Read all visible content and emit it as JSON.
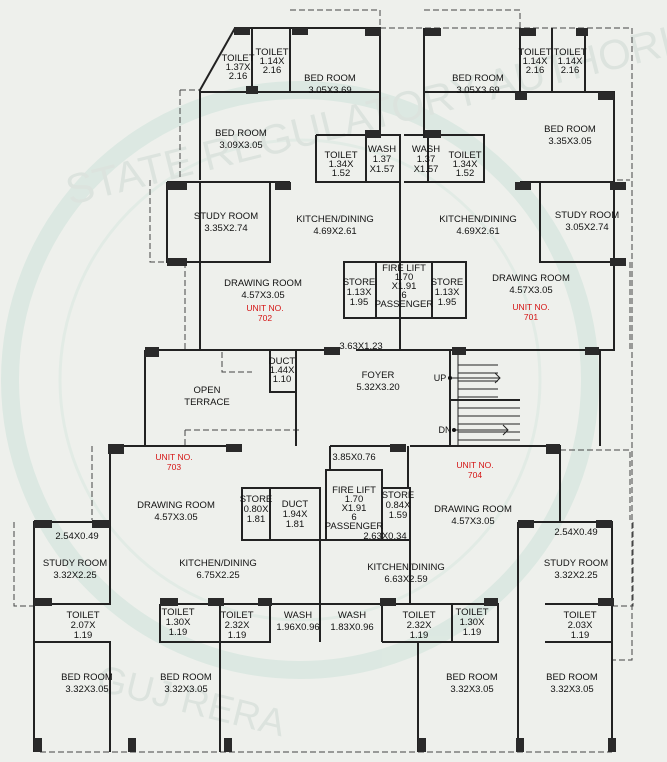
{
  "watermark": {
    "top_text": "STATE REGULATORY AUTHORITY",
    "bottom_text": "GUJ RERA"
  },
  "rooms": [
    {
      "id": "toilet-702a",
      "lines": [
        "TOILET",
        "1.37X",
        "2.16"
      ]
    },
    {
      "id": "toilet-702b",
      "lines": [
        "TOILET",
        "1.14X",
        "2.16"
      ]
    },
    {
      "id": "bed-702a",
      "lines": [
        "BED ROOM",
        "3.05X3.69"
      ]
    },
    {
      "id": "bed-702b",
      "lines": [
        "BED ROOM",
        "3.09X3.05"
      ]
    },
    {
      "id": "toilet-702c",
      "lines": [
        "TOILET",
        "1.34X",
        "1.52"
      ]
    },
    {
      "id": "wash-702",
      "lines": [
        "WASH",
        "1.37",
        "X1.57"
      ]
    },
    {
      "id": "study-702",
      "lines": [
        "STUDY ROOM",
        "3.35X2.74"
      ]
    },
    {
      "id": "kitchen-702",
      "lines": [
        "KITCHEN/DINING",
        "4.69X2.61"
      ]
    },
    {
      "id": "drawing-702",
      "lines": [
        "DRAWING ROOM",
        "4.57X3.05"
      ]
    },
    {
      "id": "store-702",
      "lines": [
        "STORE",
        "1.13X",
        "1.95"
      ]
    },
    {
      "id": "wash-701",
      "lines": [
        "WASH",
        "1.37",
        "X1.57"
      ]
    },
    {
      "id": "toilet-701c",
      "lines": [
        "TOILET",
        "1.34X",
        "1.52"
      ]
    },
    {
      "id": "bed-701a",
      "lines": [
        "BED ROOM",
        "3.05X3.69"
      ]
    },
    {
      "id": "toilet-701a",
      "lines": [
        "TOILET",
        "1.14X",
        "2.16"
      ]
    },
    {
      "id": "toilet-701b",
      "lines": [
        "TOILET",
        "1.14X",
        "2.16"
      ]
    },
    {
      "id": "bed-701b",
      "lines": [
        "BED ROOM",
        "3.35X3.05"
      ]
    },
    {
      "id": "kitchen-701",
      "lines": [
        "KITCHEN/DINING",
        "4.69X2.61"
      ]
    },
    {
      "id": "study-701",
      "lines": [
        "STUDY ROOM",
        "3.05X2.74"
      ]
    },
    {
      "id": "drawing-701",
      "lines": [
        "DRAWING ROOM",
        "4.57X3.05"
      ]
    },
    {
      "id": "store-701",
      "lines": [
        "STORE",
        "1.13X",
        "1.95"
      ]
    },
    {
      "id": "fire-lift-top",
      "lines": [
        "FIRE LIFT",
        "1.70",
        "X1.91",
        "6",
        "PASSENGER"
      ]
    },
    {
      "id": "lobby-top",
      "lines": [
        "3.63X1.23"
      ]
    },
    {
      "id": "duct-top",
      "lines": [
        "DUCT",
        "1.44X",
        "1.10"
      ]
    },
    {
      "id": "open-terrace",
      "lines": [
        "OPEN",
        "TERRACE"
      ]
    },
    {
      "id": "foyer",
      "lines": [
        "FOYER",
        "5.32X3.20"
      ]
    },
    {
      "id": "lobby-bottom",
      "lines": [
        "3.85X0.76"
      ]
    },
    {
      "id": "drawing-703",
      "lines": [
        "DRAWING ROOM",
        "4.57X3.05"
      ]
    },
    {
      "id": "store-703",
      "lines": [
        "STORE",
        "0.80X",
        "1.81"
      ]
    },
    {
      "id": "duct-bottom",
      "lines": [
        "DUCT",
        "1.94X",
        "1.81"
      ]
    },
    {
      "id": "fire-lift-bottom",
      "lines": [
        "FIRE LIFT",
        "1.70",
        "X1.91",
        "6",
        "PASSENGER"
      ]
    },
    {
      "id": "store-704",
      "lines": [
        "STORE",
        "0.84X",
        "1.59"
      ]
    },
    {
      "id": "drawing-704",
      "lines": [
        "DRAWING ROOM",
        "4.57X3.05"
      ]
    },
    {
      "id": "balcony-703",
      "lines": [
        "2.54X0.49"
      ]
    },
    {
      "id": "balcony-704",
      "lines": [
        "2.54X0.49"
      ]
    },
    {
      "id": "lobby-small",
      "lines": [
        "2.63X0.34"
      ]
    },
    {
      "id": "study-703",
      "lines": [
        "STUDY ROOM",
        "3.32X2.25"
      ]
    },
    {
      "id": "kitchen-703",
      "lines": [
        "KITCHEN/DINING",
        "6.75X2.25"
      ]
    },
    {
      "id": "kitchen-704",
      "lines": [
        "KITCHEN/DINING",
        "6.63X2.59"
      ]
    },
    {
      "id": "study-704",
      "lines": [
        "STUDY ROOM",
        "3.32X2.25"
      ]
    },
    {
      "id": "toilet-703a",
      "lines": [
        "TOILET",
        "2.07X",
        "1.19"
      ]
    },
    {
      "id": "toilet-703b",
      "lines": [
        "TOILET",
        "1.30X",
        "1.19"
      ]
    },
    {
      "id": "toilet-703c",
      "lines": [
        "TOILET",
        "2.32X",
        "1.19"
      ]
    },
    {
      "id": "wash-703",
      "lines": [
        "WASH",
        "1.96X0.96"
      ]
    },
    {
      "id": "wash-704",
      "lines": [
        "WASH",
        "1.83X0.96"
      ]
    },
    {
      "id": "toilet-704c",
      "lines": [
        "TOILET",
        "2.32X",
        "1.19"
      ]
    },
    {
      "id": "toilet-704b",
      "lines": [
        "TOILET",
        "1.30X",
        "1.19"
      ]
    },
    {
      "id": "toilet-704a",
      "lines": [
        "TOILET",
        "2.03X",
        "1.19"
      ]
    },
    {
      "id": "bed-703a",
      "lines": [
        "BED ROOM",
        "3.32X3.05"
      ]
    },
    {
      "id": "bed-703b",
      "lines": [
        "BED ROOM",
        "3.32X3.05"
      ]
    },
    {
      "id": "bed-704b",
      "lines": [
        "BED ROOM",
        "3.32X3.05"
      ]
    },
    {
      "id": "bed-704a",
      "lines": [
        "BED ROOM",
        "3.32X3.05"
      ]
    }
  ],
  "units": [
    {
      "id": "unit-702",
      "lines": [
        "UNIT NO.",
        "702"
      ]
    },
    {
      "id": "unit-701",
      "lines": [
        "UNIT NO.",
        "701"
      ]
    },
    {
      "id": "unit-703",
      "lines": [
        "UNIT NO.",
        "703"
      ]
    },
    {
      "id": "unit-704",
      "lines": [
        "UNIT NO.",
        "704"
      ]
    }
  ],
  "stairs": {
    "up_label": "UP",
    "down_label": "DN"
  },
  "colors": {
    "unit_label": "#d41414",
    "wall": "#222222",
    "background": "#eef0ec",
    "watermark": "#cfe3da"
  }
}
